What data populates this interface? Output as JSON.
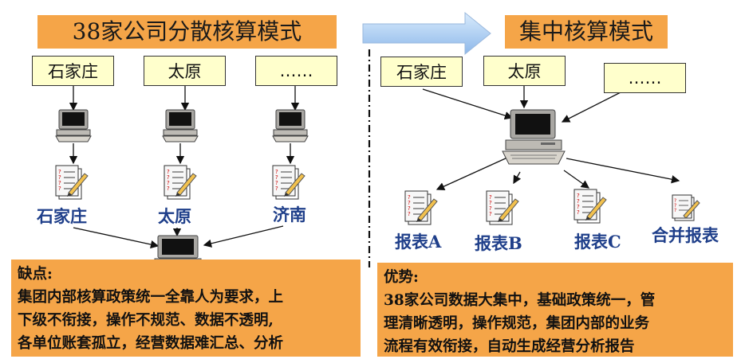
{
  "left_title": "38家公司分散核算模式",
  "right_title": "集中核算模式",
  "left_cities": [
    "石家庄",
    "太原",
    "……"
  ],
  "left_labels": [
    "石家庄",
    "太原",
    "济南"
  ],
  "right_cities": [
    "石家庄",
    "太原",
    "……"
  ],
  "right_reports": [
    "报表A",
    "报表B",
    "报表C",
    "合并报表"
  ],
  "disadvantages": {
    "heading": "缺点:",
    "lines": [
      "集团内部核算政策统一全靠人为要求，上",
      "下级不衔接，操作不规范、数据不透明,",
      "各单位账套孤立，经营数据难汇总、分析"
    ]
  },
  "advantages": {
    "heading": "优势:",
    "lines": [
      "38家公司数据大集中，基础政策统一，管",
      "理清晰透明，操作规范，集团内部的业务",
      "流程有效衔接，自动生成经营分析报告"
    ]
  },
  "icons": {
    "computer": "computer-icon",
    "report": "report-document-icon",
    "arrow": "big-right-arrow"
  },
  "colors": {
    "orange": "#f5a548",
    "city_fill": "#ffffcc",
    "label_blue": "#1f3f8a",
    "arrow_blue": "#9cc3f0"
  }
}
